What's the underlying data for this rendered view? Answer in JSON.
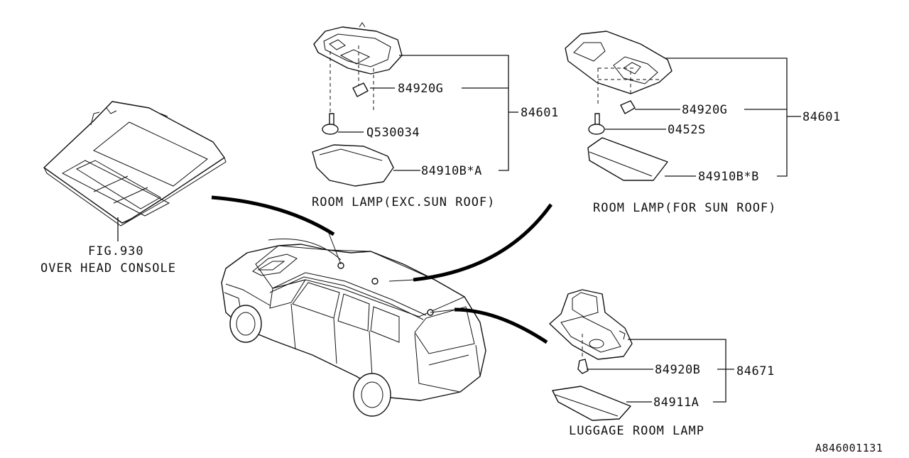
{
  "diagram": {
    "reference_code": "A846001131",
    "assemblies": [
      {
        "caption": "ROOM LAMP(EXC.SUN ROOF)",
        "assembly_part": "84601",
        "parts": [
          "84920G",
          "Q530034",
          "84910B*A"
        ]
      },
      {
        "caption": "ROOM LAMP(FOR SUN ROOF)",
        "assembly_part": "84601",
        "parts": [
          "84920G",
          "0452S",
          "84910B*B"
        ]
      },
      {
        "caption": "LUGGAGE ROOM LAMP",
        "assembly_part": "84671",
        "parts": [
          "84920B",
          "84911A"
        ]
      }
    ],
    "console": {
      "fig": "FIG.930",
      "caption": "OVER HEAD CONSOLE"
    }
  }
}
